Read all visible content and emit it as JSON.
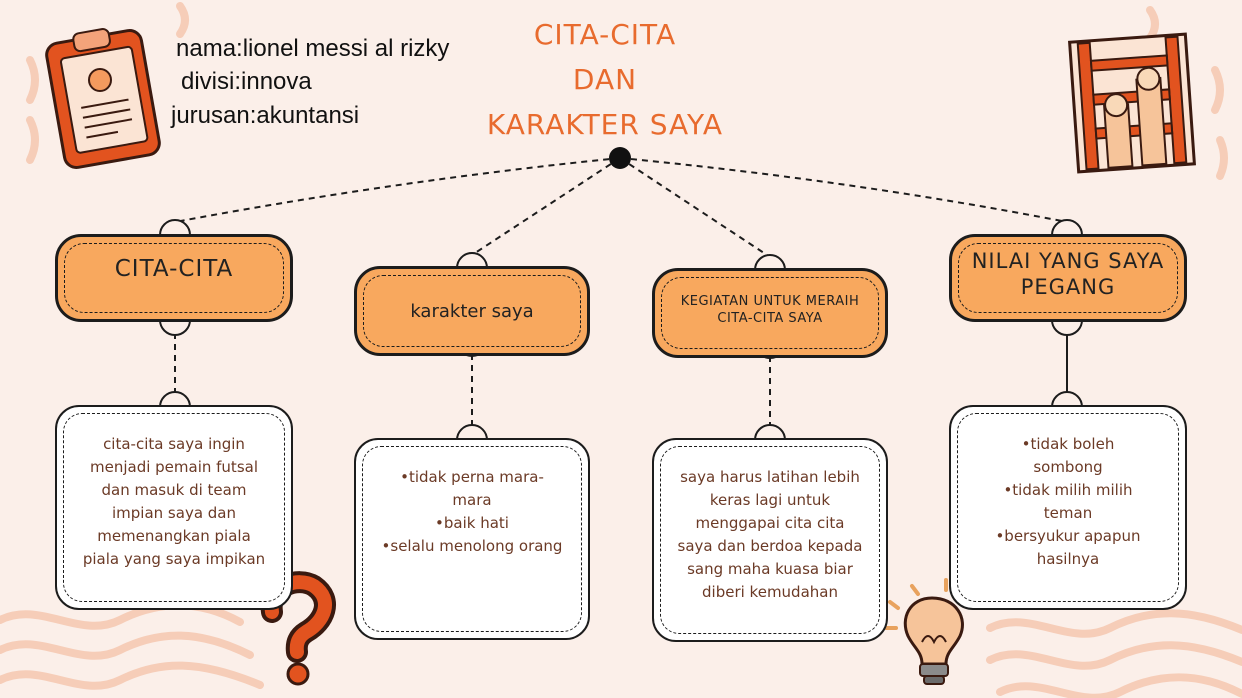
{
  "info": {
    "nama": "nama:lionel messi al rizky",
    "divisi": "divisi:innova",
    "jurusan": "jurusan:akuntansi"
  },
  "title": {
    "line1": "CITA-CITA",
    "line2": "DAN",
    "line3": "KARAKTER SAYA"
  },
  "branches": [
    {
      "header": "CITA-CITA",
      "body": "cita-cita saya ingin menjadi pemain futsal dan masuk di team impian saya dan memenangkan piala piala yang saya impikan"
    },
    {
      "header": "karakter saya",
      "items": [
        "•tidak perna mara-mara",
        "•baik hati",
        "•selalu menolong orang"
      ]
    },
    {
      "header": "KEGIATAN UNTUK MERAIH CITA-CITA SAYA",
      "body": "saya harus latihan lebih keras lagi untuk menggapai cita cita saya dan berdoa kepada sang maha kuasa biar diberi kemudahan"
    },
    {
      "header": "NILAI YANG SAYA PEGANG",
      "items": [
        "•tidak boleh sombong",
        "•tidak milih milih teman",
        "•bersyukur apapun hasilnya"
      ]
    }
  ],
  "colors": {
    "background": "#fbefe9",
    "header_fill": "#f8a85e",
    "title": "#e86b2e",
    "body_text": "#6b3a26",
    "accent": "#e2531f"
  },
  "icons": {
    "clipboard": "clipboard-icon",
    "ladder": "ladder-climbing-icon",
    "question": "question-mark-icon",
    "lightbulb": "lightbulb-icon"
  }
}
